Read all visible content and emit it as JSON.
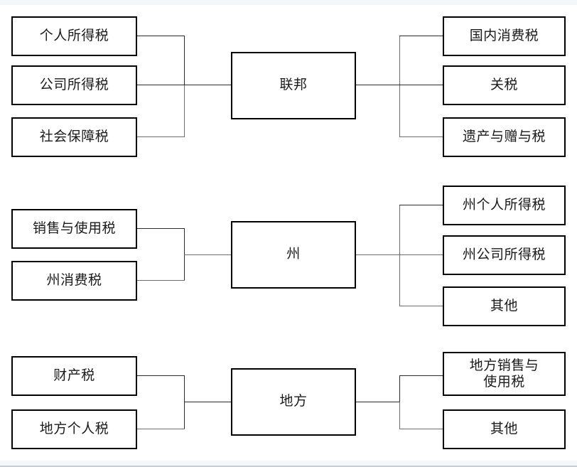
{
  "diagram": {
    "type": "hierarchy-tree",
    "title": "",
    "orientation": "horizontal-bidirectional",
    "levels": [
      {
        "id": "federal",
        "center": {
          "label": "联邦"
        },
        "left_children": [
          {
            "label": "个人所得税"
          },
          {
            "label": "公司所得税"
          },
          {
            "label": "社会保障税"
          }
        ],
        "right_children": [
          {
            "label": "国内消费税"
          },
          {
            "label": "关税"
          },
          {
            "label": "遗产与赠与税"
          }
        ]
      },
      {
        "id": "state",
        "center": {
          "label": "州"
        },
        "left_children": [
          {
            "label": "销售与使用税"
          },
          {
            "label": "州消费税"
          }
        ],
        "right_children": [
          {
            "label": "州个人所得税"
          },
          {
            "label": "州公司所得税"
          },
          {
            "label": "其他"
          }
        ]
      },
      {
        "id": "local",
        "center": {
          "label": "地方"
        },
        "left_children": [
          {
            "label": "财产税"
          },
          {
            "label": "地方个人税"
          }
        ],
        "right_children": [
          {
            "label": "地方销售与\n使用税"
          },
          {
            "label": "其他"
          }
        ]
      }
    ],
    "colors": {
      "background": "#ffffff",
      "box_border": "#000000",
      "box_fill": "#ffffff",
      "text": "#1a1a1a",
      "connector": "#6d6d6d",
      "edge_strip": "#f4f6f8"
    }
  }
}
